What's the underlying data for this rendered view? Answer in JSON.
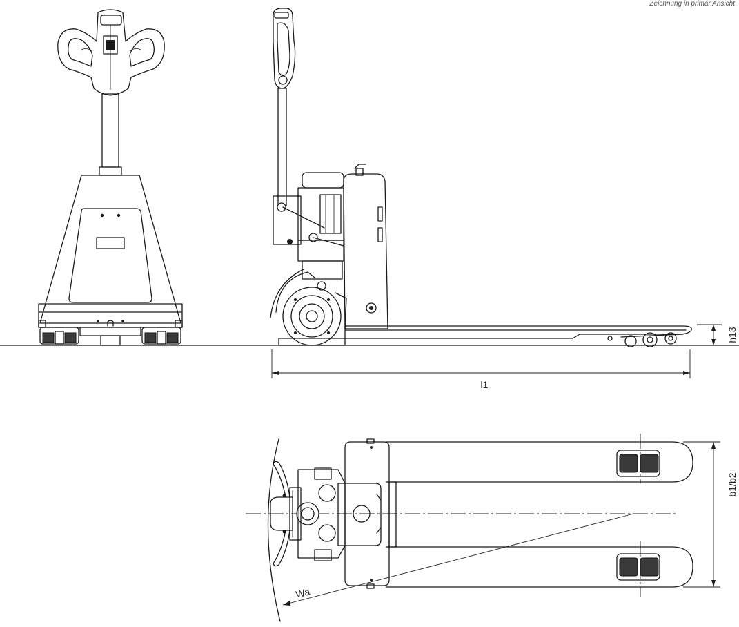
{
  "corner_note": "Zeichnung in primär Ansicht",
  "dimensions": {
    "height_label": "h13",
    "length_label": "l1",
    "width_label": "b1/b2",
    "radius_label": "Wa"
  },
  "colors": {
    "line": "#1a1a1a",
    "background": "#ffffff"
  }
}
